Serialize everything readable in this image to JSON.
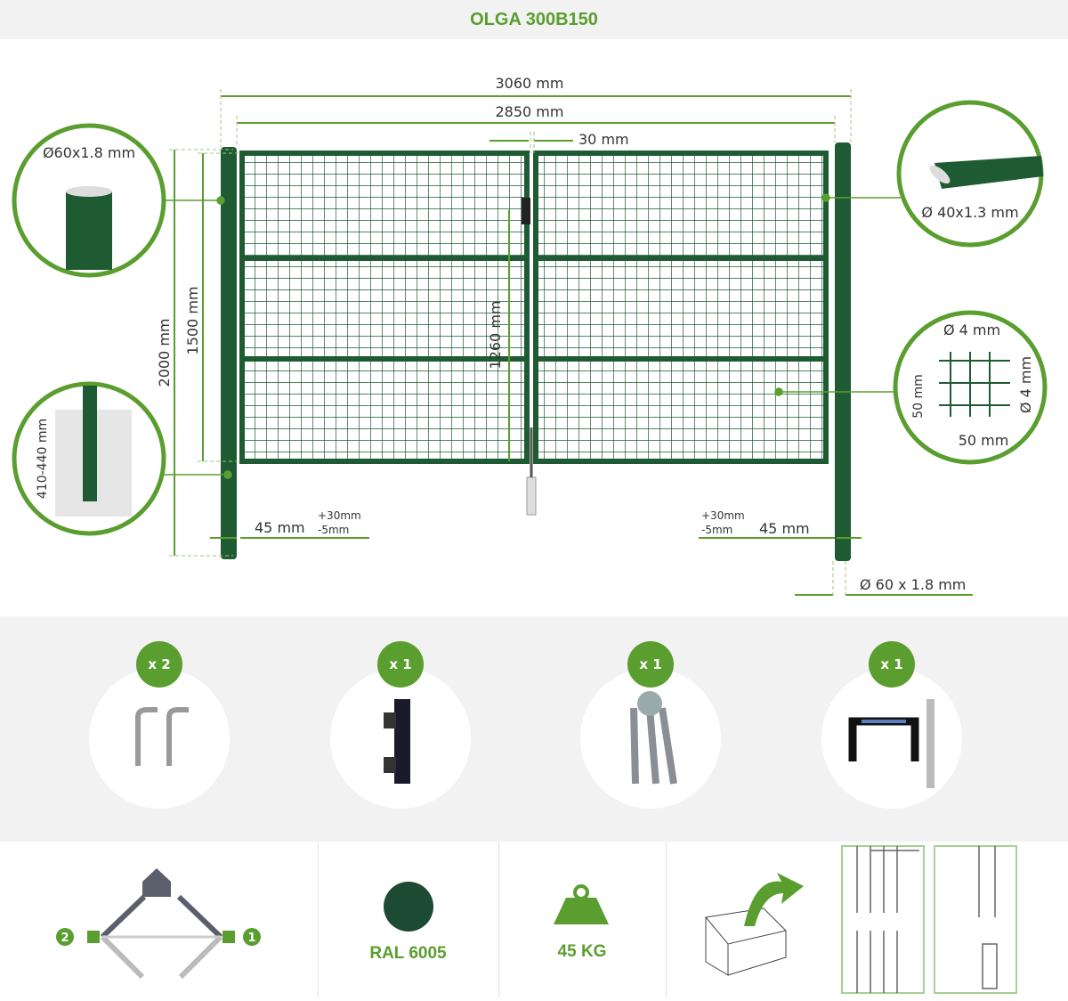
{
  "title": "OLGA 300B150",
  "dimensions": {
    "total_width": "3060 mm",
    "gate_width": "2850 mm",
    "gap": "30 mm",
    "post_height": "2000 mm",
    "gate_height": "1500 mm",
    "lock_height": "1260 mm",
    "left_clearance": "45 mm",
    "right_clearance": "45 mm",
    "tolerance_plus": "+30mm",
    "tolerance_minus": "-5mm",
    "post_bottom": "Ø 60 x 1.8 mm"
  },
  "callouts": {
    "post": "Ø60x1.8 mm",
    "foundation": "410-440 mm",
    "frame": "Ø 40x1.3 mm",
    "wire": "Ø 4 mm",
    "wire_side": "Ø 4 mm",
    "mesh_h": "50 mm",
    "mesh_v": "50 mm"
  },
  "accessories": [
    {
      "qty": "x 2",
      "icon": "hinge-bolts"
    },
    {
      "qty": "x 1",
      "icon": "lock"
    },
    {
      "qty": "x 1",
      "icon": "keys"
    },
    {
      "qty": "x 1",
      "icon": "handle"
    }
  ],
  "features": {
    "opening_left": "2",
    "opening_right": "1",
    "color_label": "RAL 6005",
    "color_hex": "#1c4a32",
    "weight": "45 KG"
  },
  "colors": {
    "accent": "#5a9e2f",
    "gate": "#1e5a32"
  }
}
